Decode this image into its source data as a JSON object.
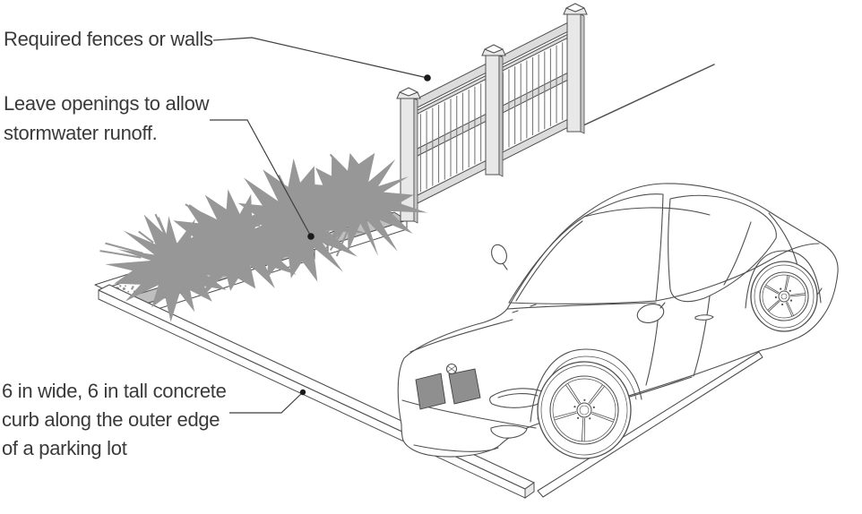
{
  "labels": {
    "fences": {
      "text": "Required fences or walls"
    },
    "openings": {
      "line1": "Leave openings to allow",
      "line2": "stormwater runoff."
    },
    "curb": {
      "line1": "6 in wide, 6 in tall concrete",
      "line2": "curb along the outer edge",
      "line3": "of a parking lot"
    }
  },
  "colors": {
    "background": "#ffffff",
    "label_text": "#3a3a3a",
    "line_work": "#4f4f4f",
    "leader_line": "#3f3f3f",
    "leader_dot": "#1a1a1a",
    "shrub_gray": "#979797",
    "stipple_gray": "#8c8c8c",
    "fence_rail_fill": "#dcdcdc",
    "fence_post_fill": "#e8e8e8",
    "curb_top_gray": "#bfbfbf"
  },
  "scene": {
    "fence": "fence-with-posts-and-slats",
    "planting_bed": "gravel-planting-bed",
    "shrubs": "shrub-row",
    "inner_curb": "curb-with-stormwater-openings",
    "outer_curb": "concrete-perimeter-curb",
    "vehicle": "coupe-car-line-drawing",
    "ground": "parking-lot-surface"
  }
}
